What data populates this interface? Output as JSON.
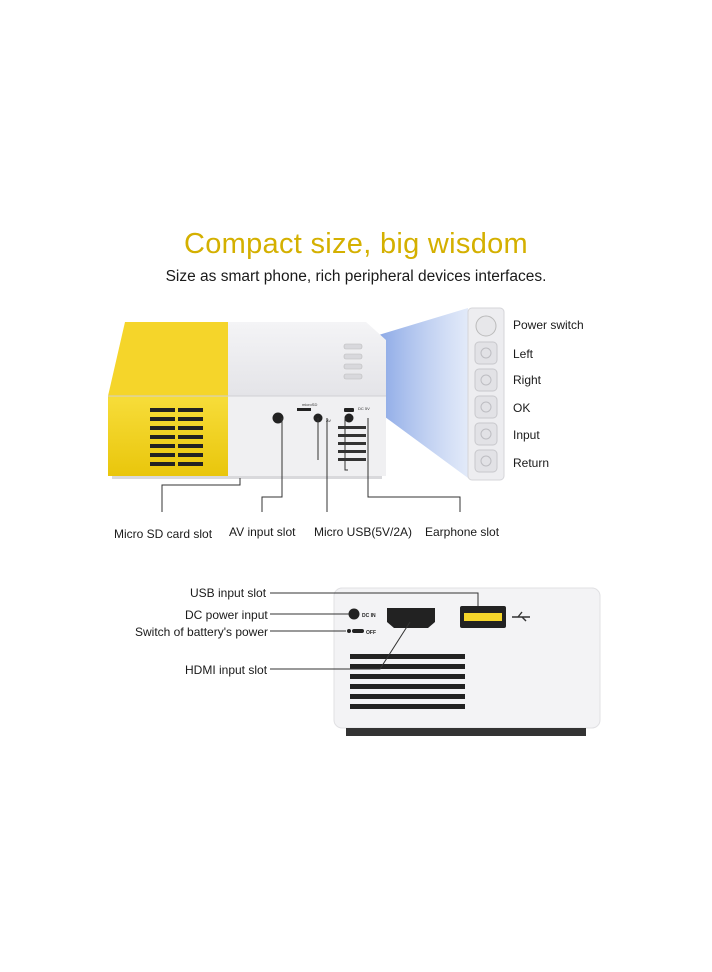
{
  "title": "Compact size, big wisdom",
  "subtitle": "Size as smart phone, rich peripheral devices interfaces.",
  "top_view": {
    "buttons": [
      "Power switch",
      "Left",
      "Right",
      "OK",
      "Input",
      "Return"
    ],
    "ports": [
      "Micro SD card slot",
      "AV input slot",
      "Micro USB(5V/2A)",
      "Earphone slot"
    ],
    "printed": {
      "microsd": "microSD",
      "av": "AV",
      "dc5v": "DC 5V"
    }
  },
  "back_view": {
    "ports": [
      "USB input slot",
      "DC power input",
      "Switch of battery's power",
      "HDMI input slot"
    ],
    "printed": {
      "dc_in": "DC IN",
      "off": "OFF"
    }
  },
  "colors": {
    "title": "#d4b000",
    "yellow_body": "#f2d31a",
    "white_body": "#f3f3f5",
    "beam": "#8aa8e6"
  }
}
